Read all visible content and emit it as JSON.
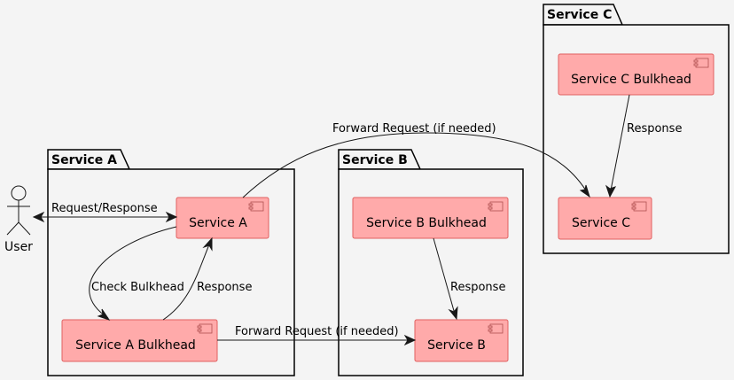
{
  "actor": {
    "label": "User"
  },
  "packages": {
    "service_a": {
      "title": "Service A"
    },
    "service_b": {
      "title": "Service B"
    },
    "service_c": {
      "title": "Service C"
    }
  },
  "components": {
    "service_a": "Service A",
    "service_a_bulkhead": "Service A Bulkhead",
    "service_b": "Service B",
    "service_b_bulkhead": "Service B Bulkhead",
    "service_c": "Service C",
    "service_c_bulkhead": "Service C Bulkhead"
  },
  "edges": {
    "user_to_a": "Request/Response",
    "a_to_a_bulkhead": "Check Bulkhead",
    "a_bulkhead_to_a": "Response",
    "a_bulkhead_to_b": "Forward Request (if needed)",
    "a_to_c": "Forward Request (if needed)",
    "b_bulkhead_to_b": "Response",
    "c_bulkhead_to_c": "Response"
  },
  "colors": {
    "background": "#f4f4f4",
    "component_fill": "#ffaaaa",
    "component_border": "#e06060",
    "line": "#181818"
  }
}
